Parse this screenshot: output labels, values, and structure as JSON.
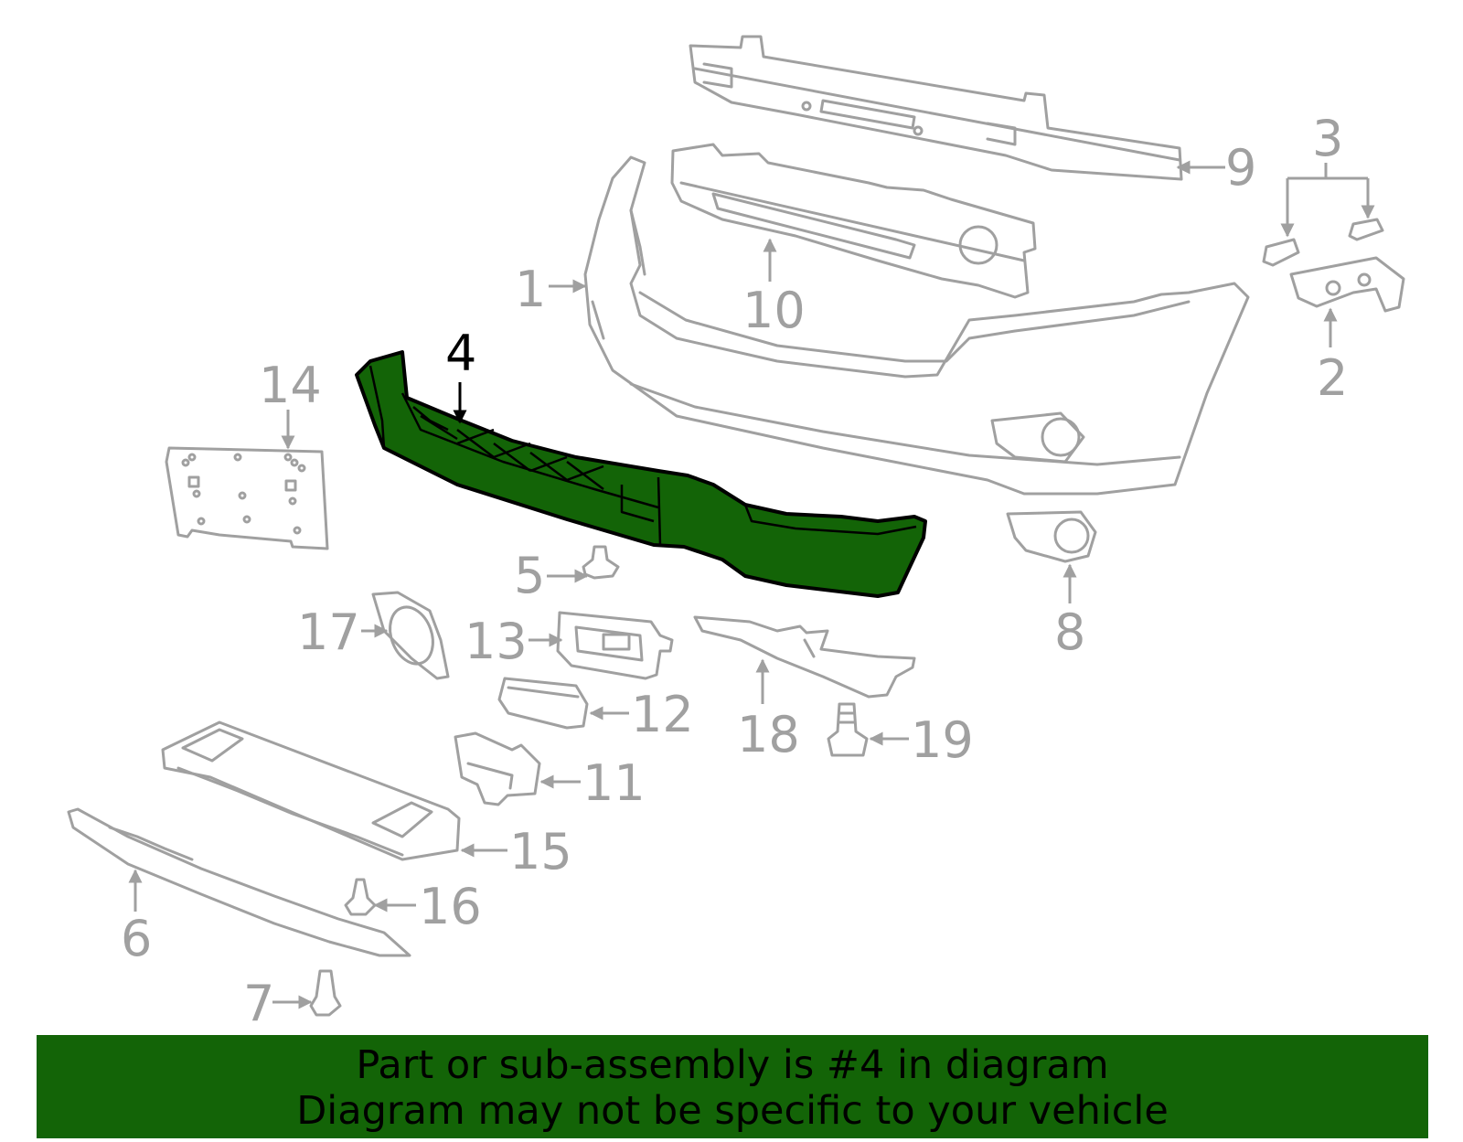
{
  "diagram": {
    "highlighted_part": "4",
    "highlight_color": "#136407",
    "part_color": "#a0a0a0",
    "callouts": [
      "1",
      "2",
      "3",
      "4",
      "5",
      "6",
      "7",
      "8",
      "9",
      "10",
      "11",
      "12",
      "13",
      "14",
      "15",
      "16",
      "17",
      "18",
      "19"
    ]
  },
  "banner": {
    "line1": "Part or sub-assembly is #4 in diagram",
    "line2": "Diagram may not be specific to your vehicle",
    "background": "#136407"
  }
}
